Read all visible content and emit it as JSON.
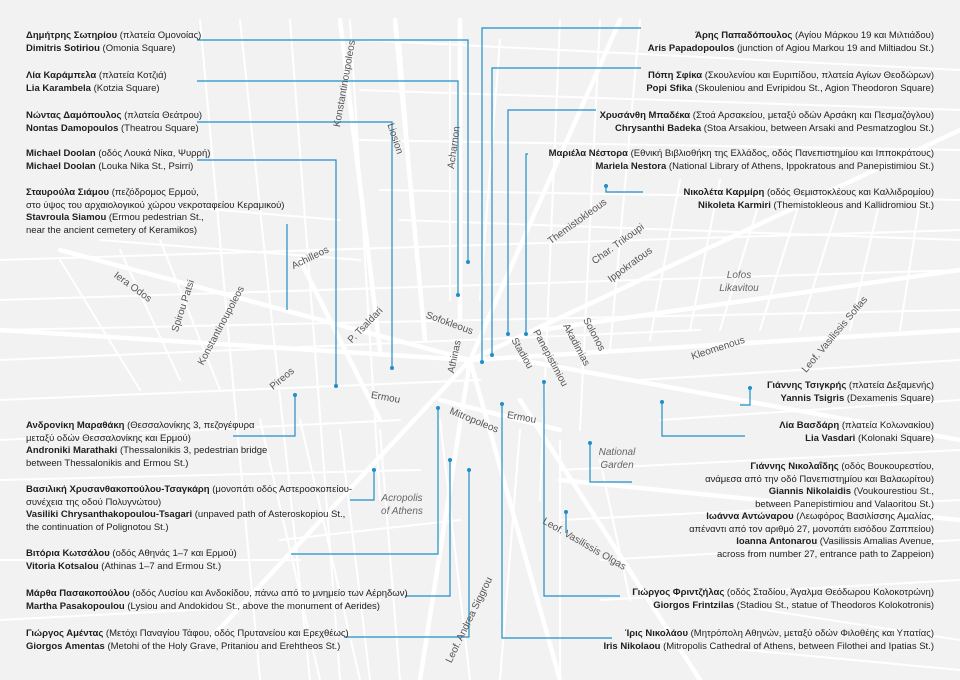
{
  "colors": {
    "background": "#f2f2f2",
    "street": "#ffffff",
    "leader": "#1f8fc8",
    "text": "#1e1e1e"
  },
  "labels_left": [
    {
      "gr": "Δημήτρης Σωτηρίου",
      "gr_loc": " (πλατεία Ομονοίας)",
      "en": "Dimitris Sotiriou",
      "en_loc": " (Omonia Square)"
    },
    {
      "gr": "Λία Καράμπελα",
      "gr_loc": " (πλατεία Κοτζιά)",
      "en": "Lia Karambela",
      "en_loc": " (Kotzia Square)"
    },
    {
      "gr": "Νώντας Δαμόπουλος",
      "gr_loc": " (πλατεία Θεάτρου)",
      "en": "Nontas Damopoulos",
      "en_loc": " (Theatrou Square)"
    },
    {
      "gr": "Michael Doolan",
      "gr_loc": " (οδός Λουκά Νίκα, Ψυρρή)",
      "en": "Michael Doolan",
      "en_loc": " (Louka Nika St., Psirri)"
    },
    {
      "gr": "Σταυρούλα Σιάμου",
      "gr_loc": " (πεζόδρομος Ερμού,",
      "gr2": "στο ύψος του αρχαιολογικού χώρου νεκροταφείου Κεραμικού)",
      "en": "Stavroula Siamou",
      "en_loc": " (Ermou pedestrian St.,",
      "en2": "near the ancient cemetery of Keramikos)"
    },
    {
      "gr": "Ανδρονίκη Μαραθάκη",
      "gr_loc": " (Θεσσαλονίκης 3, πεζογέφυρα",
      "gr2": "μεταξύ οδών Θεσσαλονίκης και Ερμού)",
      "en": "Androniki Marathaki",
      "en_loc": " (Thessalonikis 3, pedestrian bridge",
      "en2": "between Thessalonikis and Ermou St.)"
    },
    {
      "gr": "Βασιλική Χρυσανθακοπούλου-Τσαγκάρη",
      "gr_loc": " (μονοπάτι οδός Αστεροσκοπείου-",
      "gr2": "συνέχεια της οδού Πολυγνώτου)",
      "en": "Vasiliki Chrysanthakopoulou-Tsagari",
      "en_loc": " (unpaved path of Asteroskopiou St.,",
      "en2": "the continuation of Polignotou St.)"
    },
    {
      "gr": "Βιτόρια Κωτσάλου",
      "gr_loc": " (οδός Αθηνάς 1–7 και Ερμού)",
      "en": "Vitoria Kotsalou",
      "en_loc": " (Athinas 1–7 and Ermou St.)"
    },
    {
      "gr": "Μάρθα Πασακοπούλου",
      "gr_loc": " (οδός Λυσίου και Ανδοκίδου, πάνω από το μνημείο των Αέρηδων)",
      "en": "Martha Pasakopoulou",
      "en_loc": " (Lysiou and Andokidou St., above the monument of Aerides)"
    },
    {
      "gr": "Γιώργος Αμέντας",
      "gr_loc": " (Μετόχι Παναγίου Τάφου, οδός Πρυτανείου και Ερεχθέως)",
      "en": "Giorgos Amentas",
      "en_loc": " (Metohi of the Holy Grave, Pritaniou and Erehtheos St.)"
    }
  ],
  "labels_right": [
    {
      "gr": "Άρης Παπαδόπουλος",
      "gr_loc": " (Αγίου Μάρκου 19 και Μιλτιάδου)",
      "en": "Aris Papadopoulos",
      "en_loc": " (junction of Agiou Markou 19 and Miltiadou St.)"
    },
    {
      "gr": "Πόπη Σφίκα",
      "gr_loc": " (Σκουλενίου και Ευριπίδου, πλατεία Αγίων Θεοδώρων)",
      "en": "Popi Sfika",
      "en_loc": " (Skouleniou and Evripidou St., Agion Theodoron Square)"
    },
    {
      "gr": "Χρυσάνθη Μπαδέκα",
      "gr_loc": " (Στοά Αρσακείου, μεταξύ οδών Αρσάκη και Πεσμαζόγλου)",
      "en": "Chrysanthi Badeka",
      "en_loc": " (Stoa Arsakiou, between Arsaki and Pesmatzoglou St.)"
    },
    {
      "gr": "Μαριέλα Νέστορα",
      "gr_loc": " (Εθνική Βιβλιοθήκη της Ελλάδος, οδός Πανεπιστημίου και Ιπποκράτους)",
      "en": "Mariela Nestora",
      "en_loc": " (National Library of Athens, Ippokratous and Panepistimiou St.)"
    },
    {
      "gr": "Νικολέτα Καρμίρη",
      "gr_loc": " (οδός Θεμιστοκλέους και Καλλιδρομίου)",
      "en": "Nikoleta Karmiri",
      "en_loc": " (Themistokleous and Kallidromiou St.)"
    },
    {
      "gr": "Γιάννης Τσιγκρής",
      "gr_loc": " (πλατεία Δεξαμενής)",
      "en": "Yannis Tsigris",
      "en_loc": " (Dexamenis Square)"
    },
    {
      "gr": "Λία Βασδάρη",
      "gr_loc": " (πλατεία Κολωνακίου)",
      "en": "Lia Vasdari",
      "en_loc": " (Kolonaki Square)"
    },
    {
      "gr": "Γιάννης Νικολαΐδης",
      "gr_loc": " (οδός Βουκουρεστίου,",
      "gr2": "ανάμεσα από την οδό Πανεπιστημίου και Βαλαωρίτου)",
      "en": "Giannis Nikolaidis",
      "en_loc": " (Voukourestiou St.,",
      "en2": "between Panepistimiou and Valaoritou St.)"
    },
    {
      "gr": "Ιωάννα Αντώναρου",
      "gr_loc": " (Λεωφόρος Βασιλίσσης Αμαλίας,",
      "gr2": "απέναντι από τον αριθμό 27, μονοπάτι εισόδου Ζαππείου)",
      "en": "Ioanna Antonarou",
      "en_loc": " (Vasilissis Amalias Avenue,",
      "en2": "across from number 27, entrance path to Zappeion)"
    },
    {
      "gr": "Γιώργος Φριντζήλας",
      "gr_loc": " (οδός Σταδίου, Άγαλμα Θεόδωρου Κολοκοτρώνη)",
      "en": "Giorgos Frintzilas",
      "en_loc": " (Stadiou St., statue of Theodoros Kolokotronis)"
    },
    {
      "gr": "Ίρις Νικολάου",
      "gr_loc": " (Μητρόπολη Αθηνών, μεταξύ οδών Φιλοθέης και Υπατίας)",
      "en": "Iris Nikolaou",
      "en_loc": " (Mitropolis Cathedral of Athens, between Filothei and Ipatias St.)"
    }
  ],
  "streets": {
    "konstantinoupoleos_n": "Konstantinoupoleos",
    "liosion": "Liosion",
    "acharnon": "Acharnon",
    "achilleos": "Achilleos",
    "iera_odos": "Iera Odos",
    "spirou_patsi": "Spirou Patsi",
    "konstantinoupoleos_w": "Konstantinoupoleos",
    "pireos": "Pireos",
    "p_tsaldari": "P. Tsaldari",
    "sofokleous": "Sofokleous",
    "athinas": "Athinas",
    "ermou_w": "Ermou",
    "mitropoleos": "Mitropoleos",
    "ermou_e": "Ermou",
    "stadiou": "Stadiou",
    "panepistimiou": "Panepistimiou",
    "akadimias": "Akadimias",
    "solonos": "Solonos",
    "themistokleous": "Themistokleous",
    "char_trikoupi": "Char. Trikoupi",
    "ippokratous": "Ippokratous",
    "kleomenous": "Kleomenous",
    "leof_vasilissis_sofias": "Leof. Vasilissis Sofias",
    "leof_vasilissis_olgas": "Leof. Vasilissis Olgas",
    "leof_andrea_siggrou": "Leof. Andrea Siggrou"
  },
  "areas": {
    "lofos_likavitou": "Lofos\nLikavitou",
    "national_garden": "National\nGarden",
    "acropolis": "Acropolis\nof Athens"
  }
}
